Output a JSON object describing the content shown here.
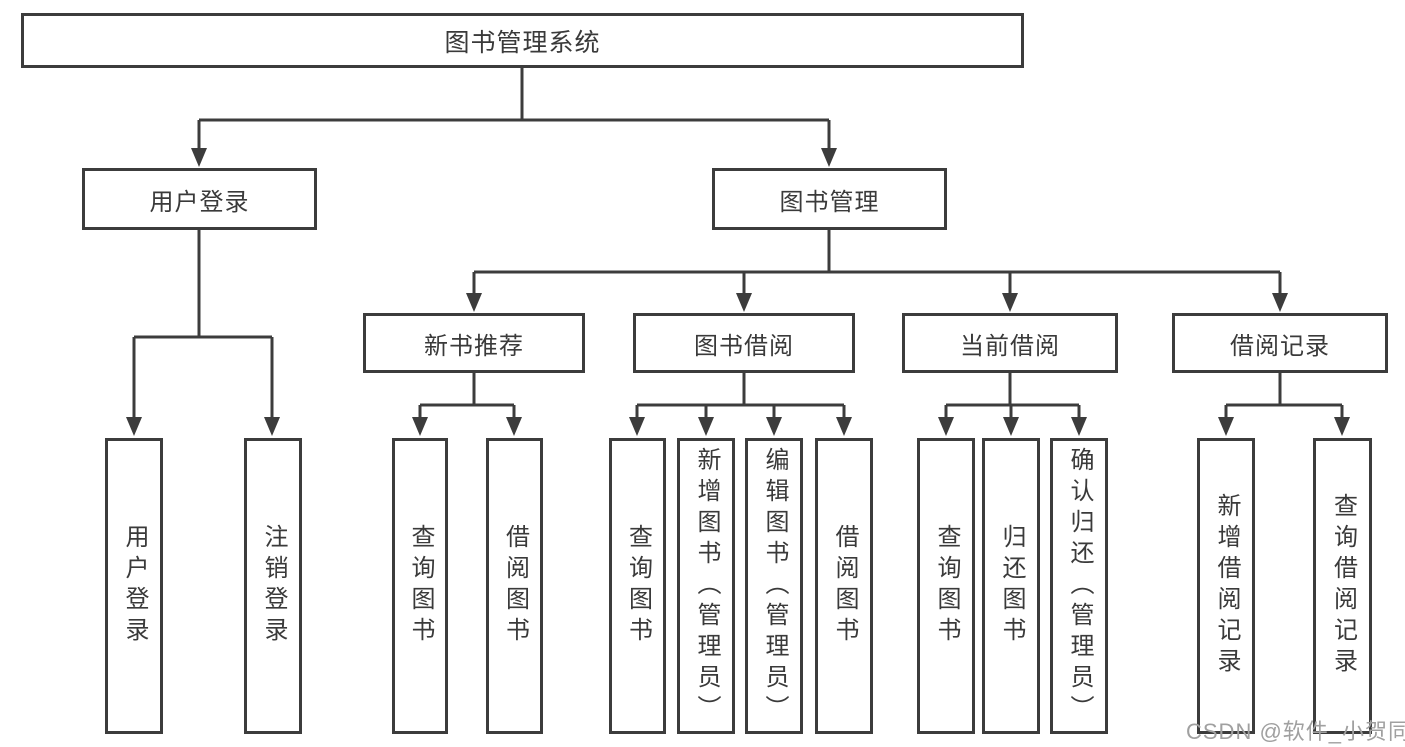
{
  "root_label": "图书管理系统",
  "level2": {
    "user_login": "用户登录",
    "book_management": "图书管理"
  },
  "level3": {
    "new_book_recommend": "新书推荐",
    "book_borrow": "图书借阅",
    "current_borrow": "当前借阅",
    "borrow_record": "借阅记录"
  },
  "leaves": {
    "user_login": [
      "用户登录",
      "注销登录"
    ],
    "new_book_recommend": [
      "查询图书",
      "借阅图书"
    ],
    "book_borrow": [
      "查询图书",
      "新增图书（管理员）",
      "编辑图书（管理员）",
      "借阅图书"
    ],
    "current_borrow": [
      "查询图书",
      "归还图书",
      "确认归还（管理员）"
    ],
    "borrow_record": [
      "新增借阅记录",
      "查询借阅记录"
    ]
  },
  "watermark": "CSDN @软件_小贺同学",
  "colors": {
    "line": "#3c3c3c",
    "text": "#3a3a3a",
    "watermark": "#a0a0a0",
    "background": "#ffffff"
  }
}
